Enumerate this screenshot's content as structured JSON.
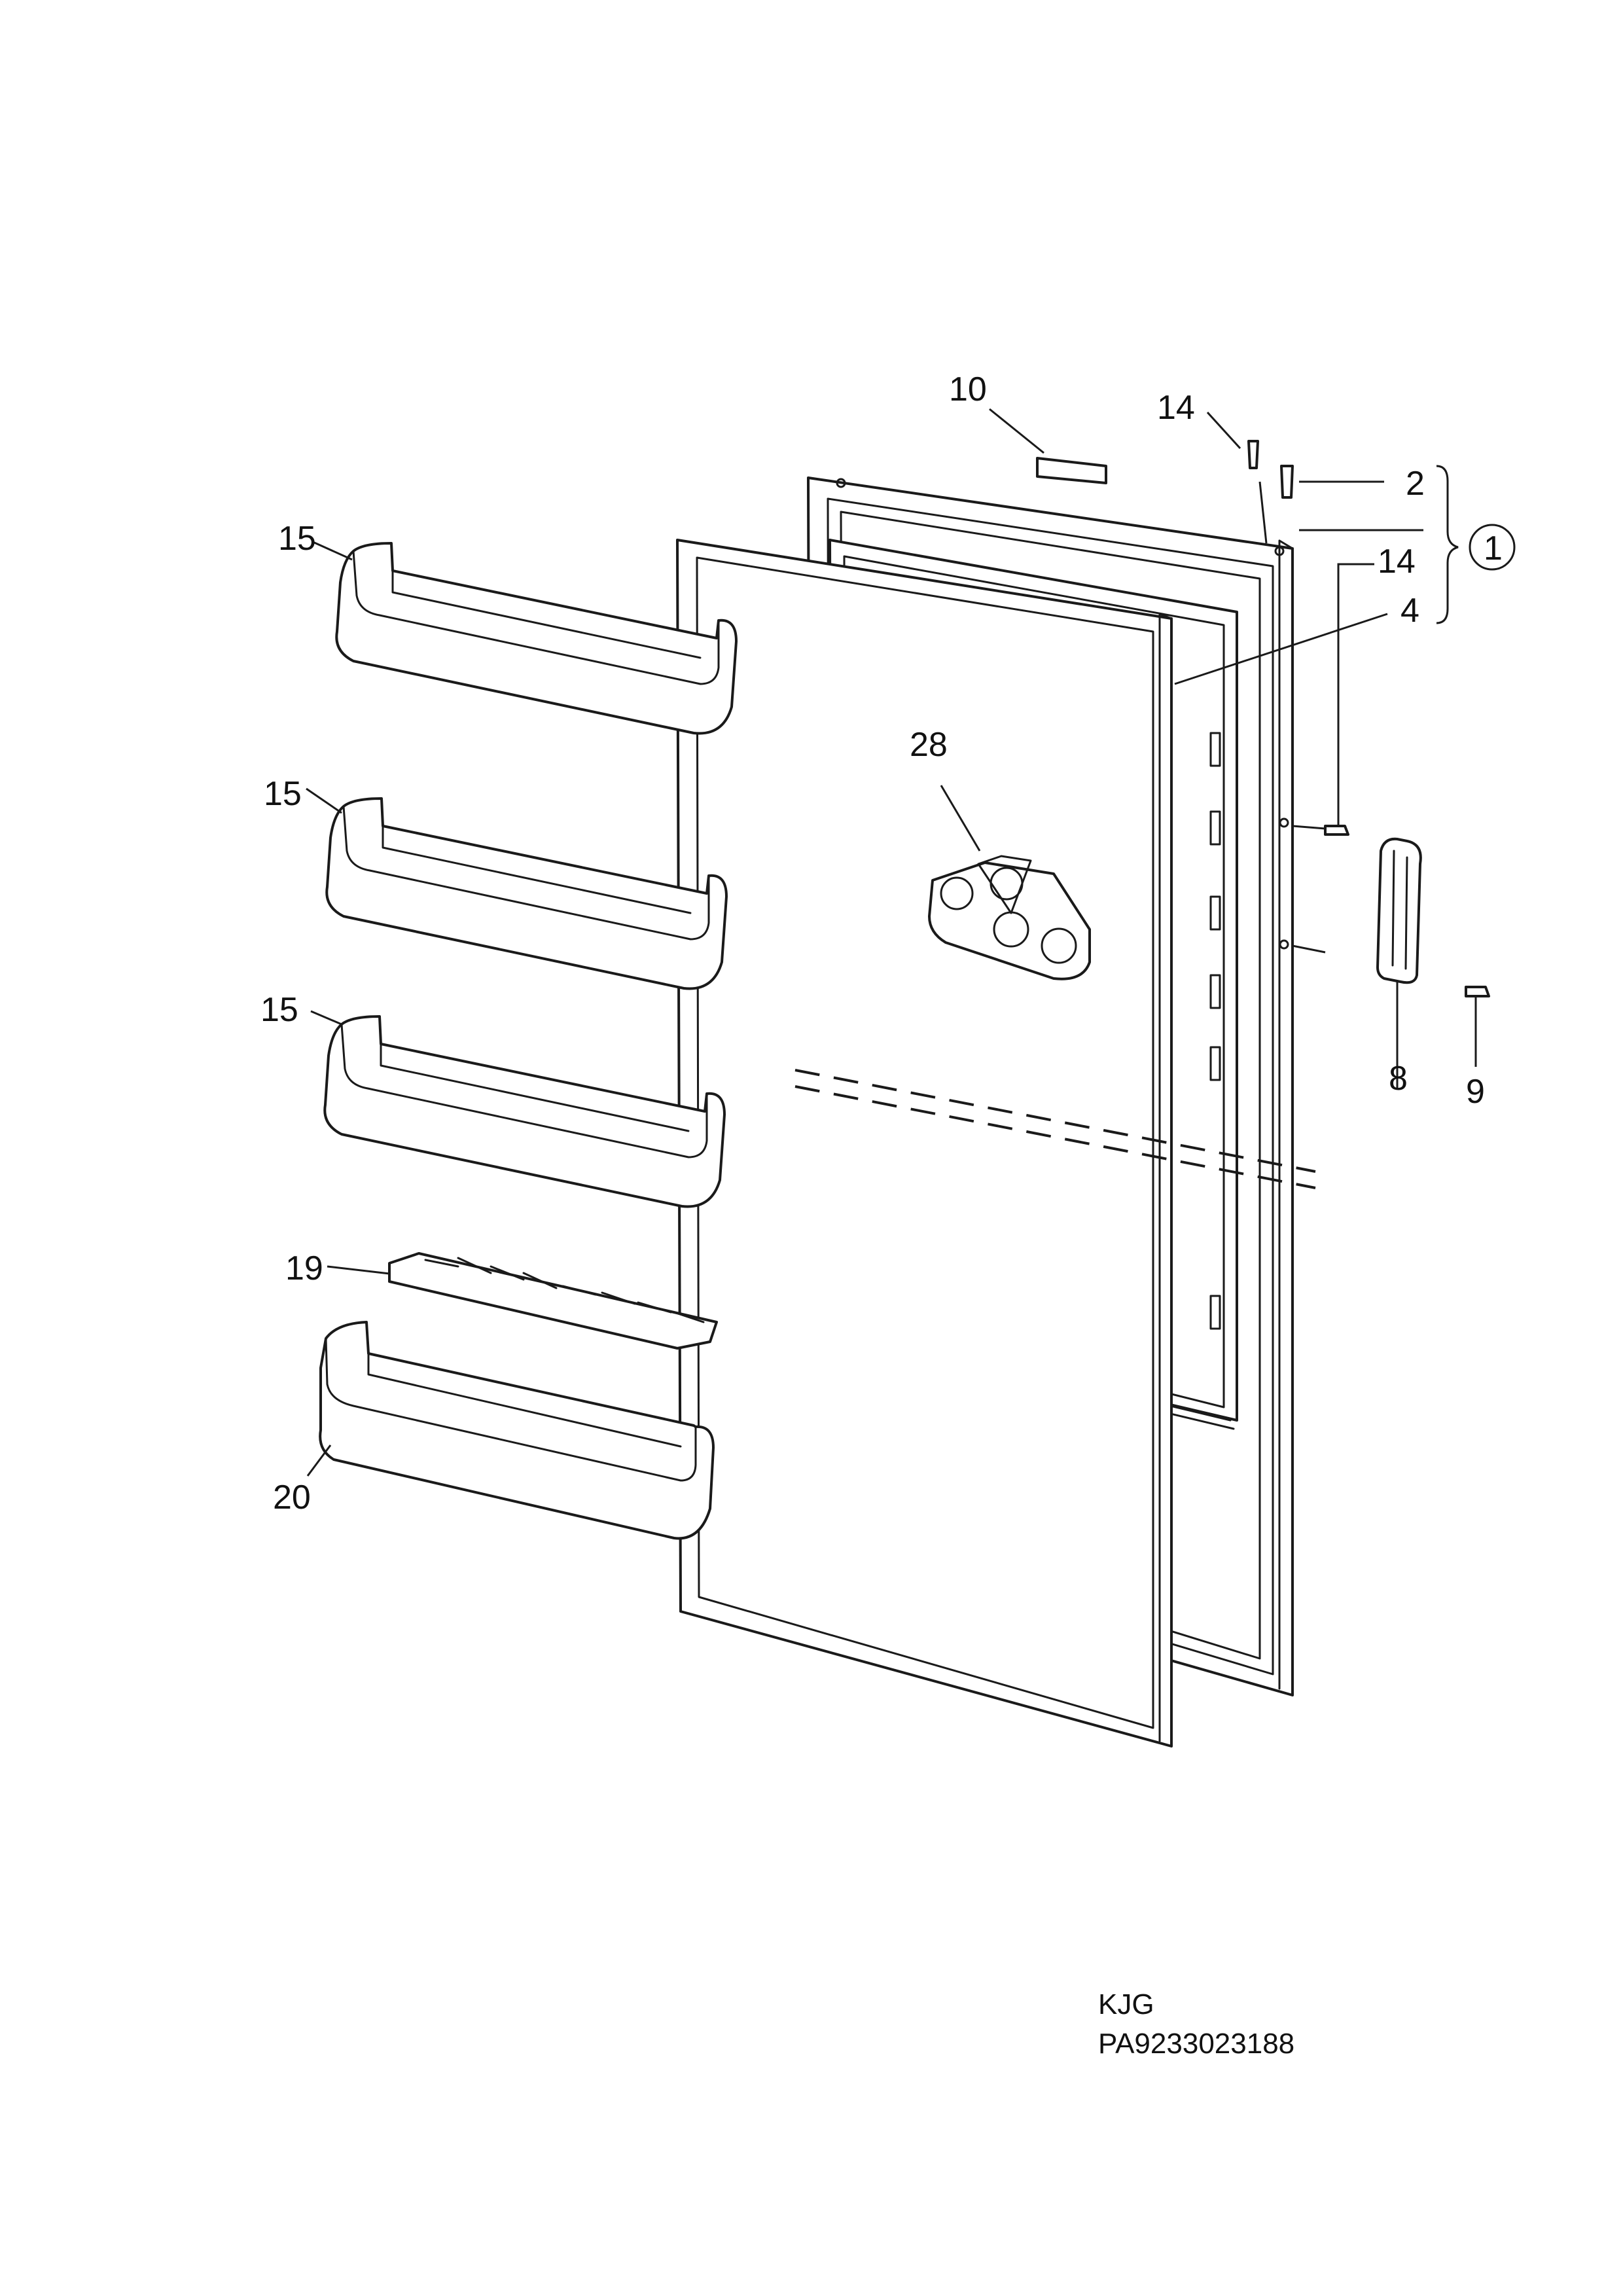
{
  "callouts": {
    "c10": "10",
    "c14a": "14",
    "c2": "2",
    "c1": "1",
    "c14b": "14",
    "c4": "4",
    "c15a": "15",
    "c15b": "15",
    "c15c": "15",
    "c28": "28",
    "c19": "19",
    "c20": "20",
    "c8": "8",
    "c9": "9"
  },
  "footer": {
    "line1": "KJG",
    "line2": "PA9233023188"
  }
}
